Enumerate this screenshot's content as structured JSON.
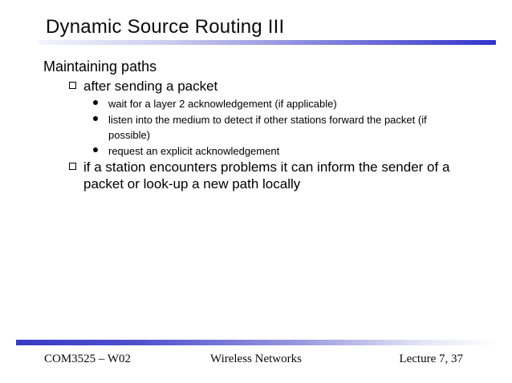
{
  "slide": {
    "title": "Dynamic Source Routing III",
    "heading": "Maintaining paths",
    "bullets": [
      {
        "label": "after sending a packet",
        "sub": [
          "wait for a layer 2 acknowledgement (if applicable)",
          "listen into the medium to detect if other stations forward the packet (if possible)",
          "request an explicit acknowledgement"
        ]
      },
      {
        "label": "if a station encounters problems it can inform the sender of a packet or look-up a new path locally",
        "sub": []
      }
    ],
    "footer": {
      "left": "COM3525 – W02",
      "center": "Wireless Networks",
      "right": "Lecture 7, 37"
    },
    "colors": {
      "accent_blue": "#3333cc",
      "footer_bar_blue": "#3a3ac4",
      "text": "#000000",
      "background": "#ffffff"
    }
  }
}
